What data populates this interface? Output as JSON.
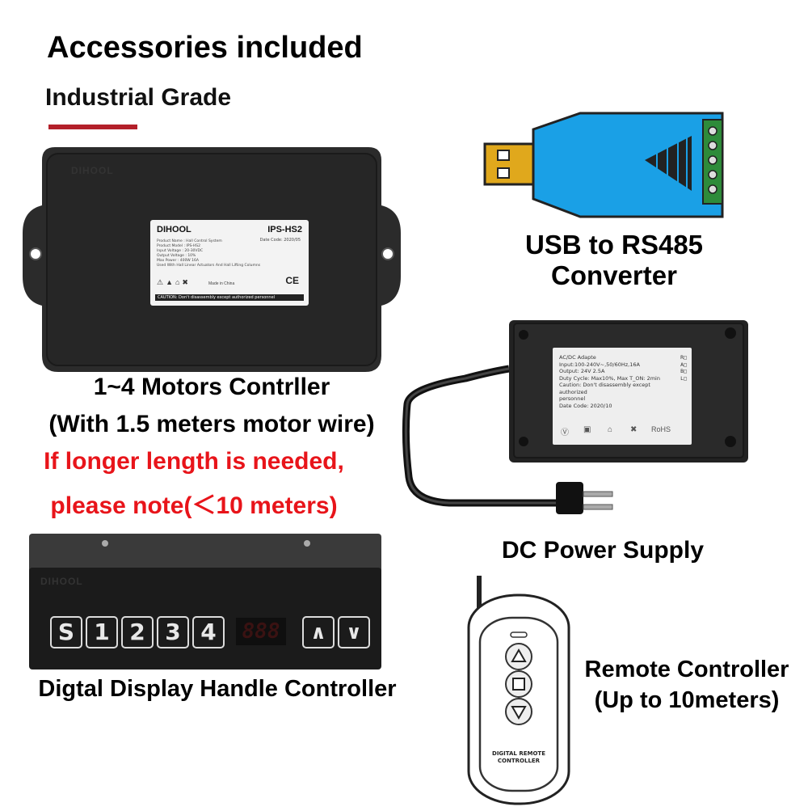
{
  "header": {
    "title": "Accessories included",
    "subtitle": "Industrial Grade"
  },
  "controller": {
    "brand": "DIHOOL",
    "label": {
      "brand": "DIHOOL",
      "model": "IPS-HS2",
      "date": "Date Code: 2020/05",
      "lines": [
        "Product Name : Hall Control System",
        "Product Model : IPS-HS2",
        "Input Voltage : 20-30VDC",
        "Output Voltage : 10%",
        "Max Power : 400W 16A",
        "Used With Hall Linear Actuators And Hall Lifting Columns"
      ],
      "made": "Made in China",
      "caution": "CAUTION: Don't disassembly except authorized personnel",
      "ce": "CE"
    },
    "caption": "1~4 Motors Contrller",
    "caption2": "(With 1.5 meters motor wire)",
    "note1": "If longer length is needed,",
    "note2": "please note(＜10 meters)"
  },
  "usb_converter": {
    "caption1": "USB to RS485",
    "caption2": "Converter"
  },
  "power_supply": {
    "label": {
      "lines": [
        "AC/DC Adapte",
        "Input:100-240V~,50/60Hz,16A",
        "Output: 24V   2.5A",
        "Duty Cycle: Max10%, Max T_ON: 2min",
        "Caution: Don't disassembly except authorized",
        "personnel",
        "Date Code: 2020/10"
      ],
      "side": [
        "R",
        "A",
        "B",
        "L"
      ],
      "rohs": "RoHS"
    },
    "caption": "DC Power Supply"
  },
  "handle": {
    "brand": "DIHOOL",
    "buttons": [
      "S",
      "1",
      "2",
      "3",
      "4"
    ],
    "display": "888",
    "caption": "Digtal Display Handle Controller"
  },
  "remote": {
    "label1": "DIGITAL REMOTE",
    "label2": "CONTROLLER",
    "caption1": "Remote Controller",
    "caption2": "(Up to 10meters)"
  },
  "colors": {
    "accent": "#b3202a",
    "note_red": "#e8141a",
    "usb_blue": "#1aa0e6",
    "terminal_green": "#2e8b3a",
    "usb_gold": "#e0a81c",
    "device_black": "#2b2b2b"
  }
}
